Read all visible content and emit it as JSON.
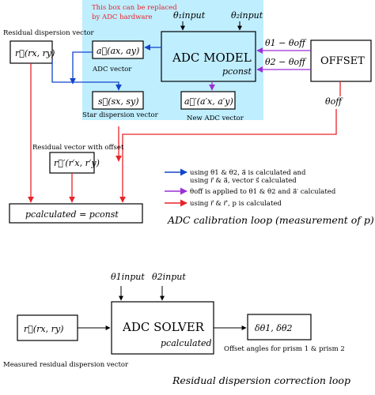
{
  "colors": {
    "highlight": "#bfeeff",
    "red": "#e8242a",
    "blue": "#1146c9",
    "purple": "#9b2fd6",
    "black": "#000000"
  },
  "calibration": {
    "replace_note_line1": "This box can be replaced",
    "replace_note_line2": "by ADC hardware",
    "theta1_input": "θ₁input",
    "theta2_input": "θ₂input",
    "residual_vector_label": "Residual dispersion vector",
    "r_box": "r⃗(rx, ry)",
    "a_box": "a⃗(ax, ay)",
    "adc_vector_label": "ADC vector",
    "s_box": "s⃗(sx, sy)",
    "star_vector_label": "Star dispersion vector",
    "adc_model_line1": "ADC MODEL",
    "adc_model_line2": "pconst",
    "a_prime_box": "a⃗′(a′x, a′y)",
    "new_adc_label": "New ADC vector",
    "offset_box": "OFFSET",
    "theta1_minus_off": "θ1 − θoff",
    "theta2_minus_off": "θ2 − θoff",
    "theta_off": "θoff",
    "residual_offset_label": "Residual vector with offset",
    "r_prime_box": "r⃗′(r′x, r′y)",
    "p_result": "pcalculated = pconst",
    "legend_blue_line1": "using θ1 & θ2, a⃗ is calculated and",
    "legend_blue_line2": "using r⃗ & a⃗, vector s⃗ calculated",
    "legend_purple": "θoff is applied to θ1 & θ2 and a⃗′ calculated",
    "legend_red": "using r⃗ & r⃗′, p is calculated",
    "loop_title": "ADC calibration loop (measurement of p)"
  },
  "correction": {
    "theta1_input": "θ1input",
    "theta2_input": "θ2input",
    "r_box": "r⃗(rx, ry)",
    "solver_line1": "ADC SOLVER",
    "solver_line2": "pcalculated",
    "delta_box": "δθ1, δθ2",
    "offset_angles_label": "Offset angles for prism 1 & prism 2",
    "measured_label": "Measured residual dispersion vector",
    "loop_title": "Residual dispersion correction loop"
  }
}
